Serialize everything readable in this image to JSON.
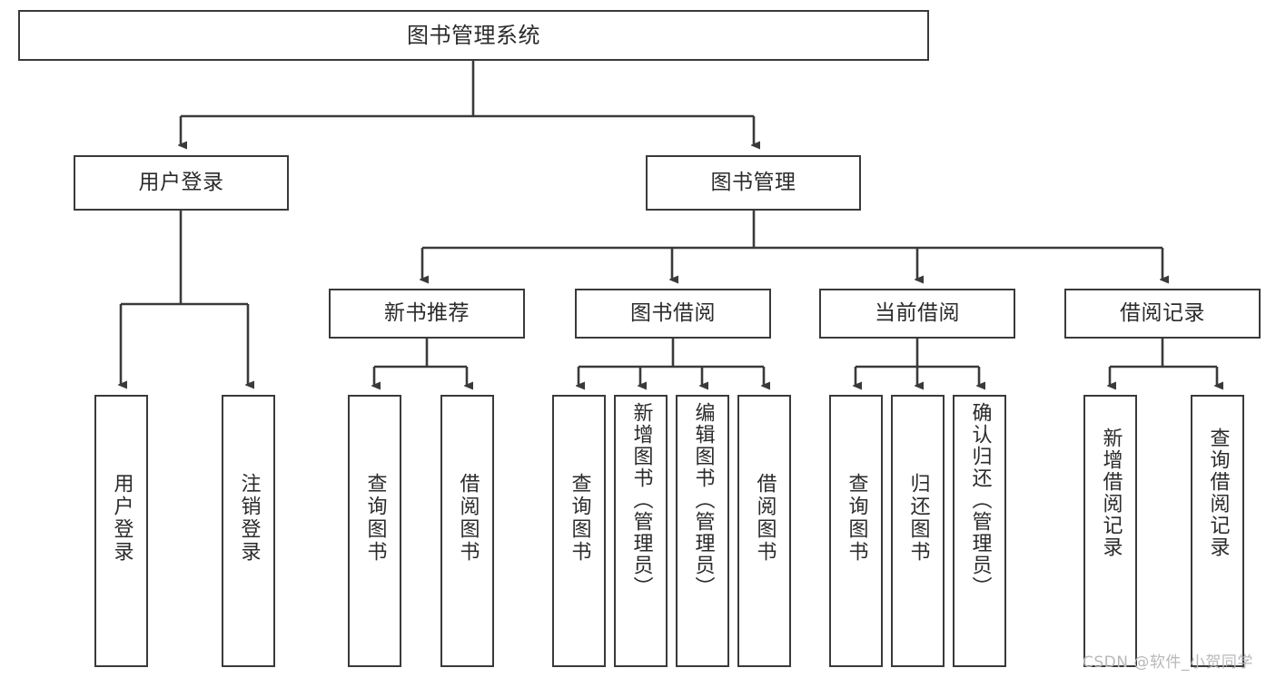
{
  "diagram": {
    "type": "tree-hierarchy",
    "title": "图书管理系统",
    "root": {
      "id": "root",
      "label": "图书管理系统"
    },
    "level2": [
      {
        "id": "user-login",
        "label": "用户登录"
      },
      {
        "id": "book-manage",
        "label": "图书管理"
      }
    ],
    "level3": [
      {
        "id": "new-book-recommend",
        "label": "新书推荐",
        "parent": "book-manage"
      },
      {
        "id": "book-borrow",
        "label": "图书借阅",
        "parent": "book-manage"
      },
      {
        "id": "current-borrow",
        "label": "当前借阅",
        "parent": "book-manage"
      },
      {
        "id": "borrow-record",
        "label": "借阅记录",
        "parent": "book-manage"
      }
    ],
    "leaves": {
      "user_login": [
        {
          "id": "leaf-user-login",
          "label": "用户登录"
        },
        {
          "id": "leaf-user-logout",
          "label": "注销登录"
        }
      ],
      "new_book_recommend": [
        {
          "id": "leaf-query-book-1",
          "label": "查询图书"
        },
        {
          "id": "leaf-borrow-book-1",
          "label": "借阅图书"
        }
      ],
      "book_borrow": [
        {
          "id": "leaf-query-book-2",
          "label": "查询图书"
        },
        {
          "id": "leaf-add-book",
          "label": "新增图书（管理员）"
        },
        {
          "id": "leaf-edit-book",
          "label": "编辑图书（管理员）"
        },
        {
          "id": "leaf-borrow-book-2",
          "label": "借阅图书"
        }
      ],
      "current_borrow": [
        {
          "id": "leaf-query-book-3",
          "label": "查询图书"
        },
        {
          "id": "leaf-return-book",
          "label": "归还图书"
        },
        {
          "id": "leaf-confirm-return",
          "label": "确认归还（管理员）"
        }
      ],
      "borrow_record": [
        {
          "id": "leaf-add-borrow-record",
          "label": "新增借阅记录"
        },
        {
          "id": "leaf-query-borrow-record",
          "label": "查询借阅记录"
        }
      ]
    },
    "colors": {
      "stroke": "#3a3a3c",
      "text": "#2b2b2d",
      "background": "#ffffff",
      "watermark": "#b8b8bb"
    }
  },
  "watermark": {
    "text": "CSDN @软件_小贺同学"
  }
}
